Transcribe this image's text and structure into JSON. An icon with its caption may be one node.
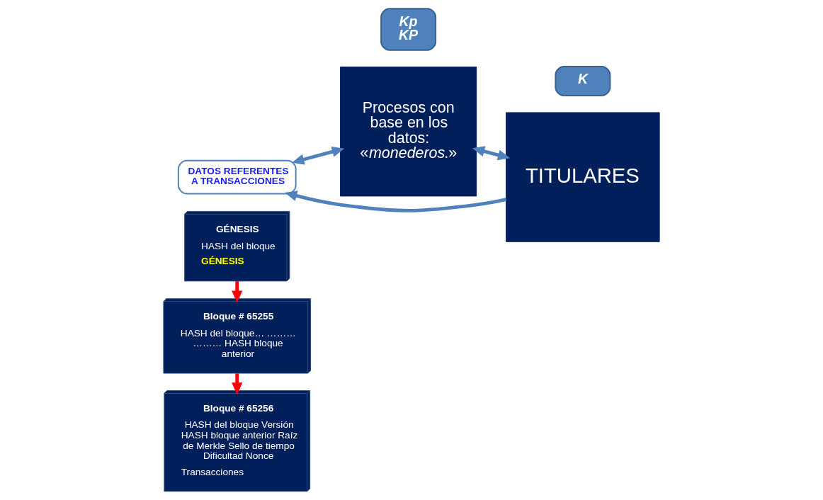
{
  "diagram": {
    "nodes": [
      {
        "text": [
          "Bloque # 65256",
          "HASH del bloque Versión HASH bloque anterior Raíz de Merkle Sello de tiempo Dificultad Nonce",
          "Transacciones"
        ]
      },
      {
        "text": [
          "Bloque # 65255",
          "HASH del bloque… ……… ……… HASH bloque anterior"
        ]
      },
      {
        "text": [
          "GÉNESIS",
          "HASH del bloque",
          "GÉNESIS"
        ]
      },
      {
        "text": [
          "DATOS REFERENTES A TRANSACCIONES"
        ]
      },
      {
        "text": [
          "Procesos con base en los datos: «*monederos*.»"
        ]
      },
      {
        "text": [
          "TITULARES"
        ]
      },
      {
        "text": [
          "Kp KP"
        ]
      },
      {
        "text": [
          "K"
        ]
      }
    ],
    "edges": [
      {
        "from": 1,
        "to": 0,
        "arrow": "to",
        "color": "#ff0000"
      },
      {
        "from": 2,
        "to": 1,
        "arrow": "to",
        "color": "#ff0000"
      },
      {
        "from": 3,
        "to": 4,
        "arrow": "both"
      },
      {
        "from": 4,
        "to": 5,
        "arrow": "both"
      },
      {
        "from": 5,
        "to": 3,
        "arrow": "to"
      }
    ]
  }
}
